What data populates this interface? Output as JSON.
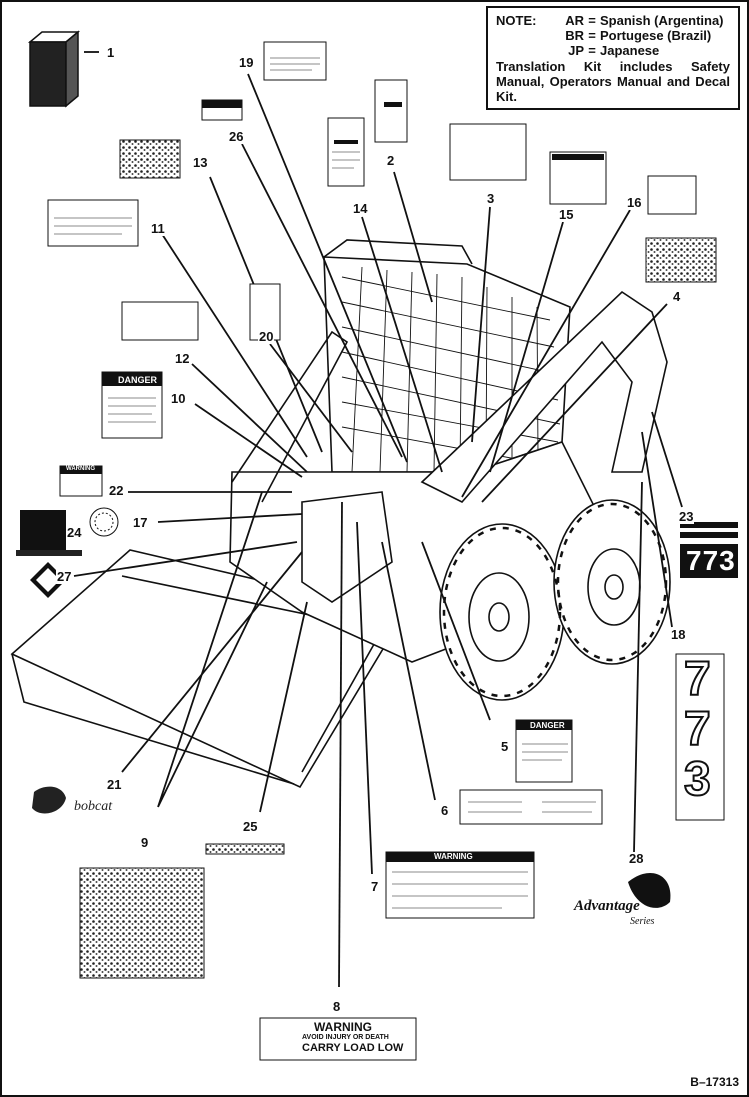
{
  "note": {
    "label": "NOTE:",
    "lines": [
      {
        "code": "AR",
        "eq": "=",
        "lang": "Spanish (Argentina)"
      },
      {
        "code": "BR",
        "eq": "=",
        "lang": "Portugese (Brazil)"
      },
      {
        "code": "JP",
        "eq": "=",
        "lang": "Japanese"
      }
    ],
    "text": "Translation Kit includes Safety Manual, Operators Manual and Decal Kit."
  },
  "callouts": [
    "1",
    "2",
    "3",
    "4",
    "5",
    "6",
    "7",
    "8",
    "9",
    "10",
    "11",
    "12",
    "13",
    "14",
    "15",
    "16",
    "17",
    "18",
    "19",
    "20",
    "21",
    "22",
    "23",
    "24",
    "25",
    "26",
    "27",
    "28"
  ],
  "decals": {
    "carry_load": {
      "title": "WARNING",
      "line1": "AVOID INJURY OR DEATH",
      "line2": "CARRY LOAD LOW"
    },
    "danger_small": "DANGER",
    "danger_big": "DANGER",
    "warning_small": "WARNING",
    "warning_panel": "WARNING",
    "model_number": "773",
    "model_digits": [
      "7",
      "7",
      "3"
    ],
    "advantage": {
      "title": "Advantage",
      "sub": "Series"
    }
  },
  "doc_number": "B–17313"
}
